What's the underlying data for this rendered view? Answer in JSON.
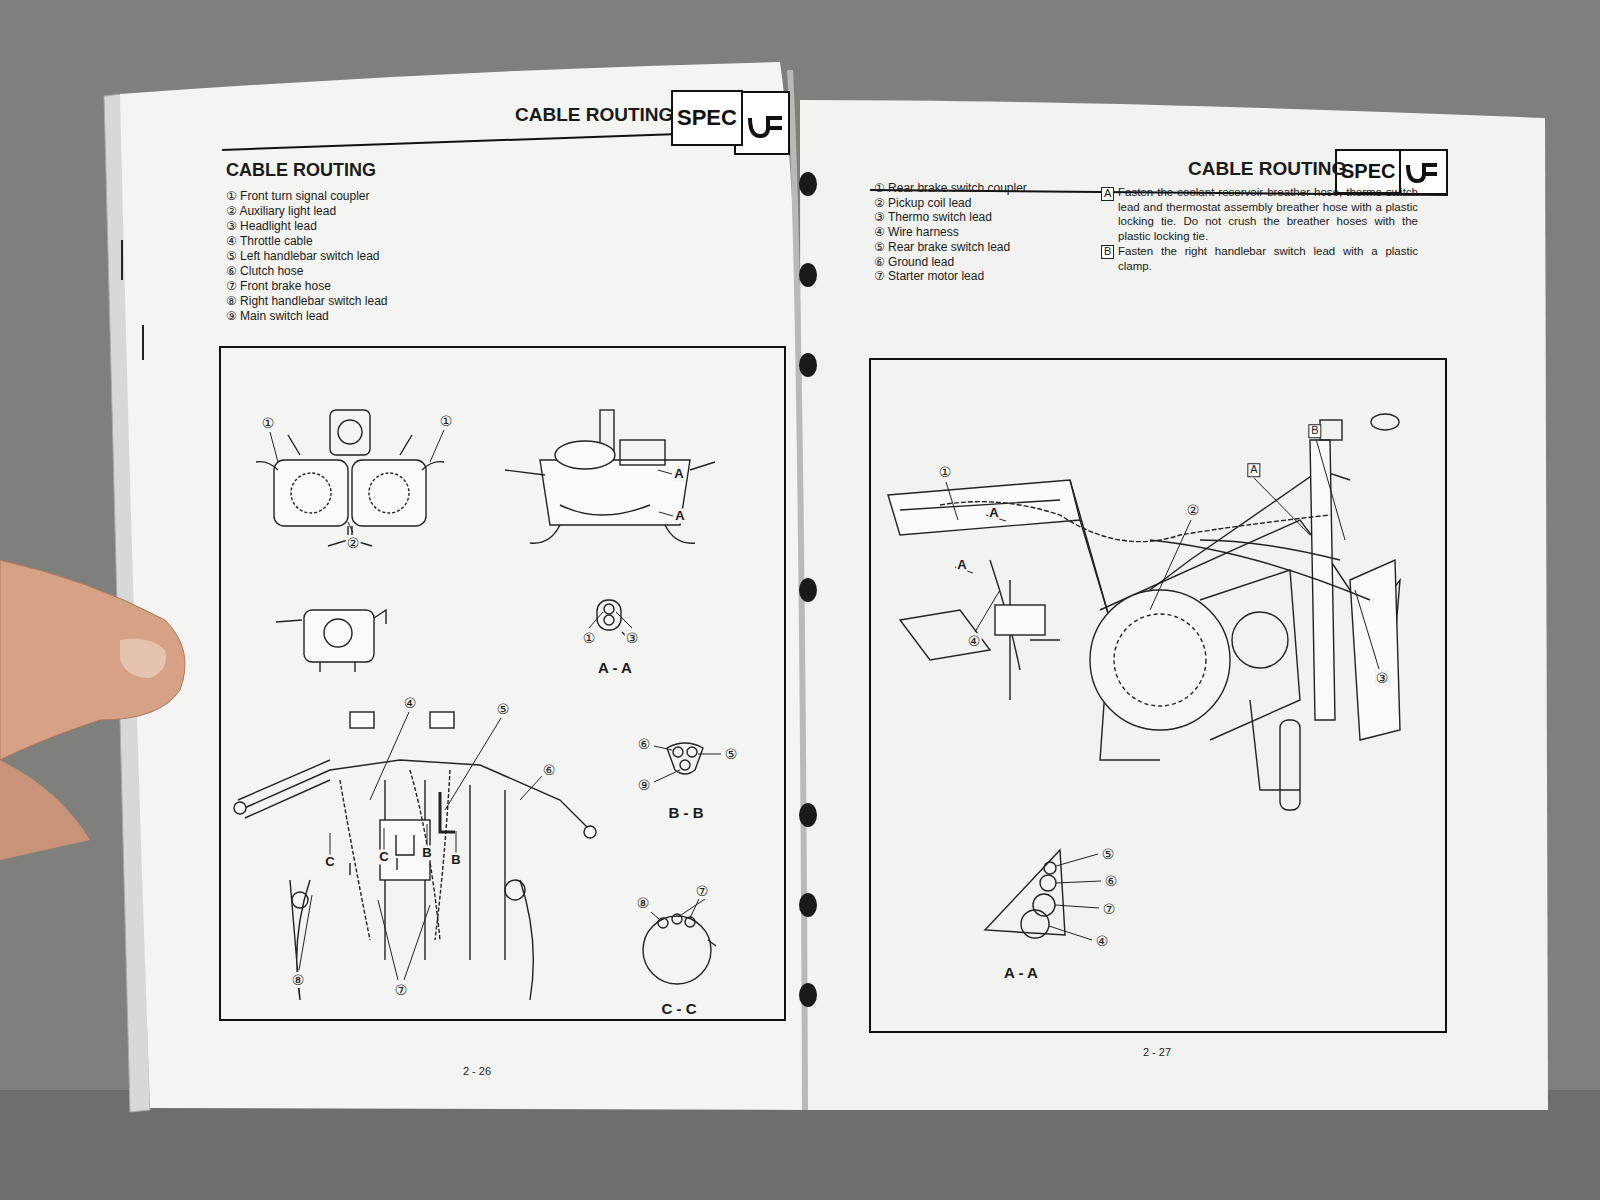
{
  "diagram": {
    "title": "CABLE ROUTING",
    "nodes": [
      {
        "text": [
          "SPEC"
        ]
      },
      {
        "text": [
          "SPEC"
        ]
      }
    ],
    "labels": [
      "CABLE ROUTING",
      "① Front turn signal coupler",
      "② Auxiliary light lead",
      "③ Headlight lead",
      "④ Throttle cable",
      "⑤ Left handlebar switch lead",
      "⑥ Clutch hose",
      "⑦ Front brake hose",
      "⑧ Right handlebar switch lead",
      "⑨ Main switch lead",
      "①",
      "①",
      "②",
      "A",
      "A",
      "①",
      "③",
      "A - A",
      "④",
      "⑤",
      "⑥",
      "C",
      "C",
      "B",
      "B",
      "⑧",
      "⑦",
      "⑥",
      "⑤",
      "⑨",
      "B - B",
      "⑧",
      "⑦",
      "C - C",
      "2 - 26",
      "CABLE ROUTING",
      "① Rear brake switch coupler",
      "② Pickup coil lead",
      "③ Thermo switch lead",
      "④ Wire harness",
      "⑤ Rear brake switch lead",
      "⑥ Ground lead",
      "⑦ Starter motor lead",
      "A",
      "Fasten the coolant reservoir breather hose, thermo switch lead and thermostat assembly breather hose with a plastic locking tie. Do not crush the breather hoses with the plastic locking tie.",
      "B",
      "Fasten the right handlebar switch lead with a plastic clamp.",
      "①",
      "A",
      "A",
      "④",
      "②",
      "A",
      "B",
      "③",
      "⑤",
      "⑥",
      "⑦",
      "④",
      "A - A",
      "2 - 27"
    ]
  }
}
